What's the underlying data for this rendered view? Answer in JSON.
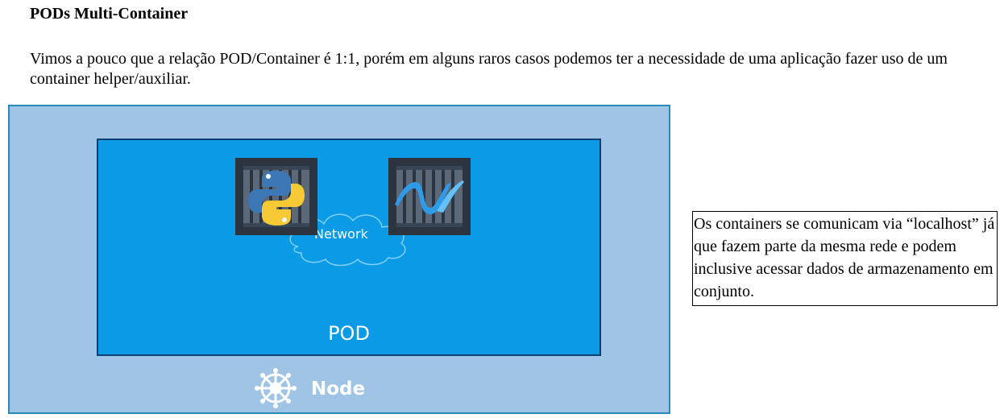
{
  "document": {
    "heading": "PODs Multi-Container",
    "paragraph": "Vimos a pouco que a relação POD/Container é 1:1, porém em alguns raros casos podemos ter a necessidade de uma aplicação fazer uso de um container helper/auxiliar.",
    "note": "Os containers se comunicam via “localhost” já que fazem parte da mesma rede e podem inclusive acessar dados de armazenamento em conjunto."
  },
  "diagram": {
    "network_label": "Network",
    "pod_label": "POD",
    "node_label": "Node",
    "icons": {
      "left_container": "python-container-icon",
      "right_container": "dotnet-container-icon",
      "node": "kubernetes-helm-icon",
      "network": "cloud-icon"
    },
    "colors": {
      "node_bg": "#9fc4e6",
      "node_border": "#2a8bb8",
      "pod_bg": "#0a9ae6",
      "pod_border": "#0b3f73",
      "container_bg": "#2c3440"
    }
  }
}
